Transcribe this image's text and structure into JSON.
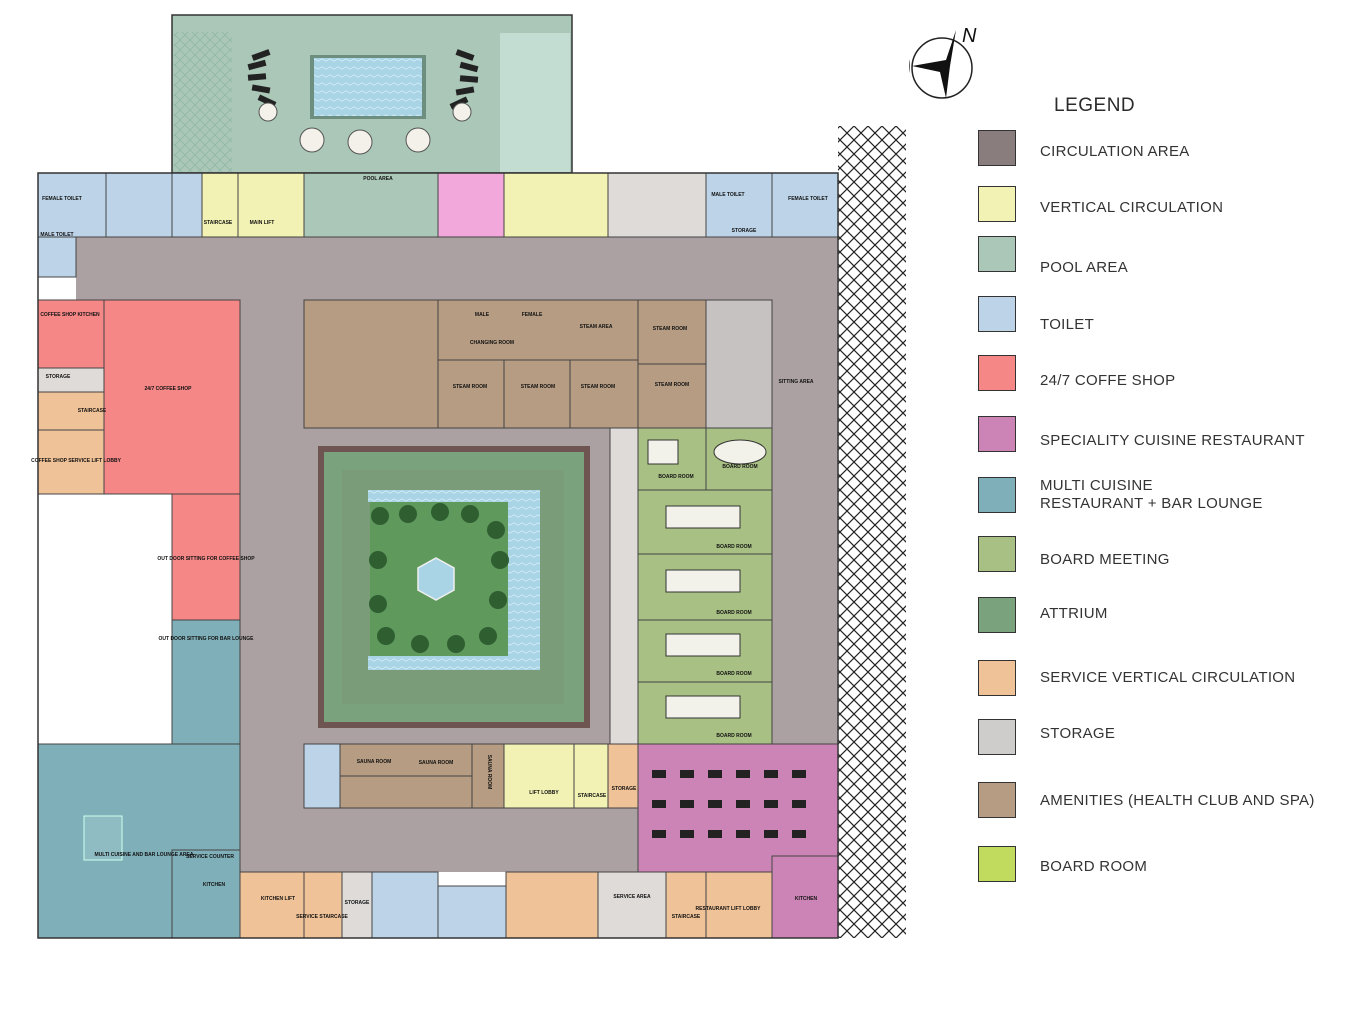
{
  "legend": {
    "title": "LEGEND",
    "items": [
      {
        "label": "CIRCULATION AREA",
        "color": "#8a7d7e"
      },
      {
        "label": "VERTICAL CIRCULATION",
        "color": "#f2f2b4"
      },
      {
        "label": "POOL AREA",
        "color": "#aac7b8"
      },
      {
        "label": "TOILET",
        "color": "#bcd3e8"
      },
      {
        "label": "24/7 COFFE SHOP",
        "color": "#f58787"
      },
      {
        "label": "SPECIALITY CUISINE RESTAURANT",
        "color": "#cc84b6"
      },
      {
        "label": "MULTI CUISINE\nRESTAURANT + BAR LOUNGE",
        "color": "#7fb0b9"
      },
      {
        "label": "BOARD MEETING",
        "color": "#a9c084"
      },
      {
        "label": "ATTRIUM",
        "color": "#7aa27c"
      },
      {
        "label": "SERVICE VERTICAL CIRCULATION",
        "color": "#f0c297"
      },
      {
        "label": "STORAGE",
        "color": "#cfcdcc"
      },
      {
        "label": "AMENITIES (HEALTH CLUB AND SPA)",
        "color": "#b69c82"
      },
      {
        "label": "BOARD ROOM",
        "color": "#c1db5e"
      }
    ]
  },
  "compass": {
    "letter": "N"
  },
  "rooms": {
    "pool_area": "POOL AREA",
    "female_toilet_l": "FEMALE TOILET",
    "male_toilet_l": "MALE TOILET",
    "staircase_top": "STAIRCASE",
    "main_lift": "MAIN LIFT",
    "male_toilet_r": "MALE TOILET",
    "female_toilet_r": "FEMALE TOILET",
    "storage_top": "STORAGE",
    "coffee_kitchen": "COFFEE SHOP KITCHEN",
    "storage_left": "STORAGE",
    "staircase_left": "STAIRCASE",
    "coffee_lift": "COFFEE SHOP SERVICE LIFT LOBBY",
    "coffee_shop": "24/7 COFFEE SHOP",
    "outdoor_coffee": "OUT DOOR SITTING FOR COFFEE SHOP",
    "outdoor_lounge": "OUT DOOR SITTING FOR BAR LOUNGE",
    "multi_cuisine": "MULTI CUISINE AND BAR LOUNGE AREA",
    "service_counter": "SERVICE COUNTER",
    "kitchen_left": "KITCHEN",
    "male": "MALE",
    "female": "FEMALE",
    "changing_room": "CHANGING ROOM",
    "steam_area": "STEAM AREA",
    "steam_room_1": "STEAM ROOM",
    "steam_room_2": "STEAM ROOM",
    "steam_room_3": "STEAM ROOM",
    "steam_room_4": "STEAM ROOM",
    "steam_room_5": "STEAM ROOM",
    "sitting_area": "SITTING AREA",
    "board_room_1": "BOARD ROOM",
    "board_room_2": "BOARD ROOM",
    "board_room_3": "BOARD ROOM",
    "board_room_4": "BOARD ROOM",
    "board_room_5": "BOARD ROOM",
    "board_room_6": "BOARD ROOM",
    "sauna_room_1": "SAUNA ROOM",
    "sauna_room_2": "SAUNA ROOM",
    "sauna_room_3": "SAUNA ROOM",
    "lift_lobby": "LIFT LOBBY",
    "staircase_mid": "STAIRCASE",
    "storage_mid": "STORAGE",
    "kitchen_lift": "KITCHEN LIFT",
    "service_staircase": "SERVICE STAIRCASE",
    "storage_bottom": "STORAGE",
    "service_area": "SERVICE AREA",
    "staircase_bottom": "STAIRCASE",
    "restaurant_lift": "RESTAURANT LIFT LOBBY",
    "kitchen_right": "KITCHEN"
  }
}
